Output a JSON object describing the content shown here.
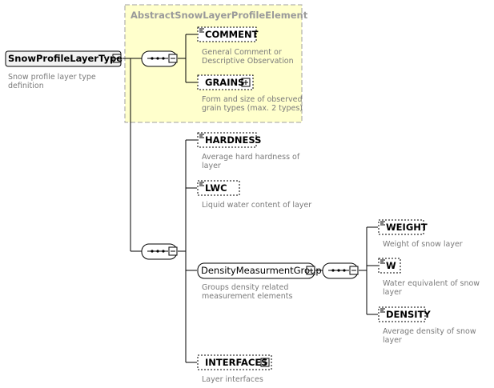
{
  "root": {
    "name": "SnowProfileLayerType",
    "description": [
      "Snow profile layer type",
      "definition"
    ]
  },
  "group": {
    "title": "AbstractSnowLayerProfileElement"
  },
  "elements": {
    "comment": {
      "name": "COMMENT",
      "description": [
        "General Comment or",
        "Descriptive Observation"
      ]
    },
    "grains": {
      "name": "GRAINS",
      "description": [
        "Form and size of observed",
        "grain types (max. 2 types)"
      ]
    },
    "hardness": {
      "name": "HARDNESS",
      "description": [
        "Average hard hardness of",
        "layer"
      ]
    },
    "lwc": {
      "name": "LWC",
      "description": [
        "Liquid water content of layer"
      ]
    },
    "density_group": {
      "name": "DensityMeasurmentGroup",
      "description": [
        "Groups density related",
        "measurement elements"
      ]
    },
    "weight": {
      "name": "WEIGHT",
      "description": [
        "Weight of snow layer"
      ]
    },
    "w": {
      "name": "W",
      "description": [
        "Water equivalent of snow",
        "layer"
      ]
    },
    "density": {
      "name": "DENSITY",
      "description": [
        "Average density of snow",
        "layer"
      ]
    },
    "interfaces": {
      "name": "INTERFACES",
      "description": [
        "Layer interfaces"
      ]
    }
  }
}
